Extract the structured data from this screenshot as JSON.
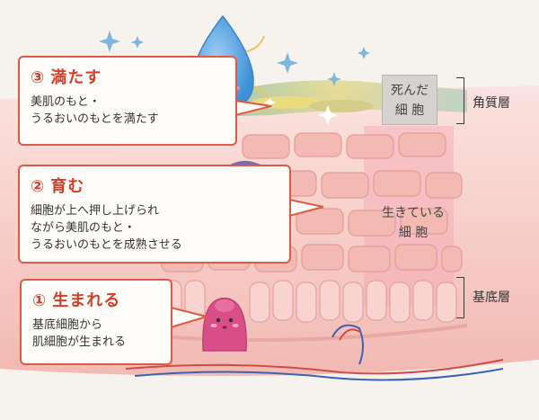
{
  "callouts": [
    {
      "num": "③",
      "title": "満たす",
      "body": "美肌のもと・\nうるおいのもとを満たす"
    },
    {
      "num": "②",
      "title": "育む",
      "body": "細胞が上へ押し上げられ\nながら美肌のもと・\nうるおいのもとを成熟させる"
    },
    {
      "num": "①",
      "title": "生まれる",
      "body": "基底細胞から\n肌細胞が生まれる"
    }
  ],
  "cell_labels": {
    "dead": "死んだ\n細 胞",
    "living": "生きている\n細 胞"
  },
  "layer_labels": {
    "stratum_corneum": "角質層",
    "basal_layer": "基底層"
  },
  "colors": {
    "accent": "#e05a43",
    "title": "#d2402d",
    "skin_pink": "#f6c9c4",
    "cell_fill": "#f2bab3",
    "water_drop": "#5ea8e0",
    "bracket": "#3a3a3a"
  },
  "icons": [
    "water-drop-character-icon",
    "swaddled-cell-character-icon",
    "newborn-cell-character-icon",
    "sparkle-icon"
  ]
}
